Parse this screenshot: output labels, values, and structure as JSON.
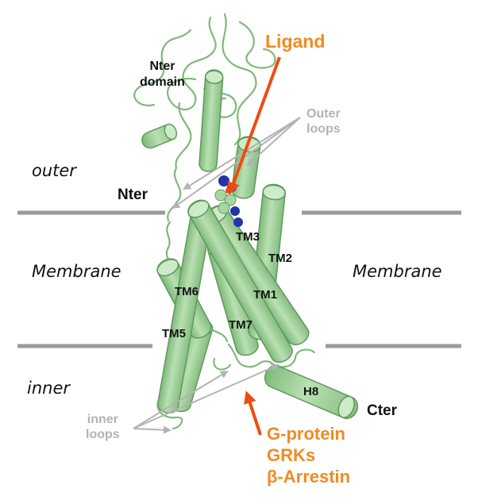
{
  "labels": {
    "nter_domain_line1": "Nter",
    "nter_domain_line2": "domain",
    "ligand": "Ligand",
    "outer_loops_line1": "Outer",
    "outer_loops_line2": "loops",
    "outer": "outer",
    "nter": "Nter",
    "membrane_left": "Membrane",
    "membrane_right": "Membrane",
    "inner": "inner",
    "inner_loops_line1": "inner",
    "inner_loops_line2": "loops",
    "cter": "Cter",
    "tm1": "TM1",
    "tm2": "TM2",
    "tm3": "TM3",
    "tm5": "TM5",
    "tm6": "TM6",
    "tm7": "TM7",
    "h8": "H8",
    "partner_1": "G-protein",
    "partner_2": "GRKs",
    "partner_3": "β-Arrestin"
  },
  "colors": {
    "helix_fill": "#a8d5a2",
    "helix_stroke": "#5f9a5c",
    "membrane_line": "#9a9a9a",
    "ligand_arrow": "#f04a12",
    "partner_text": "#f08a24",
    "loop_arrows": "#b3b3b3",
    "ligand_blue": "#2433a8"
  }
}
